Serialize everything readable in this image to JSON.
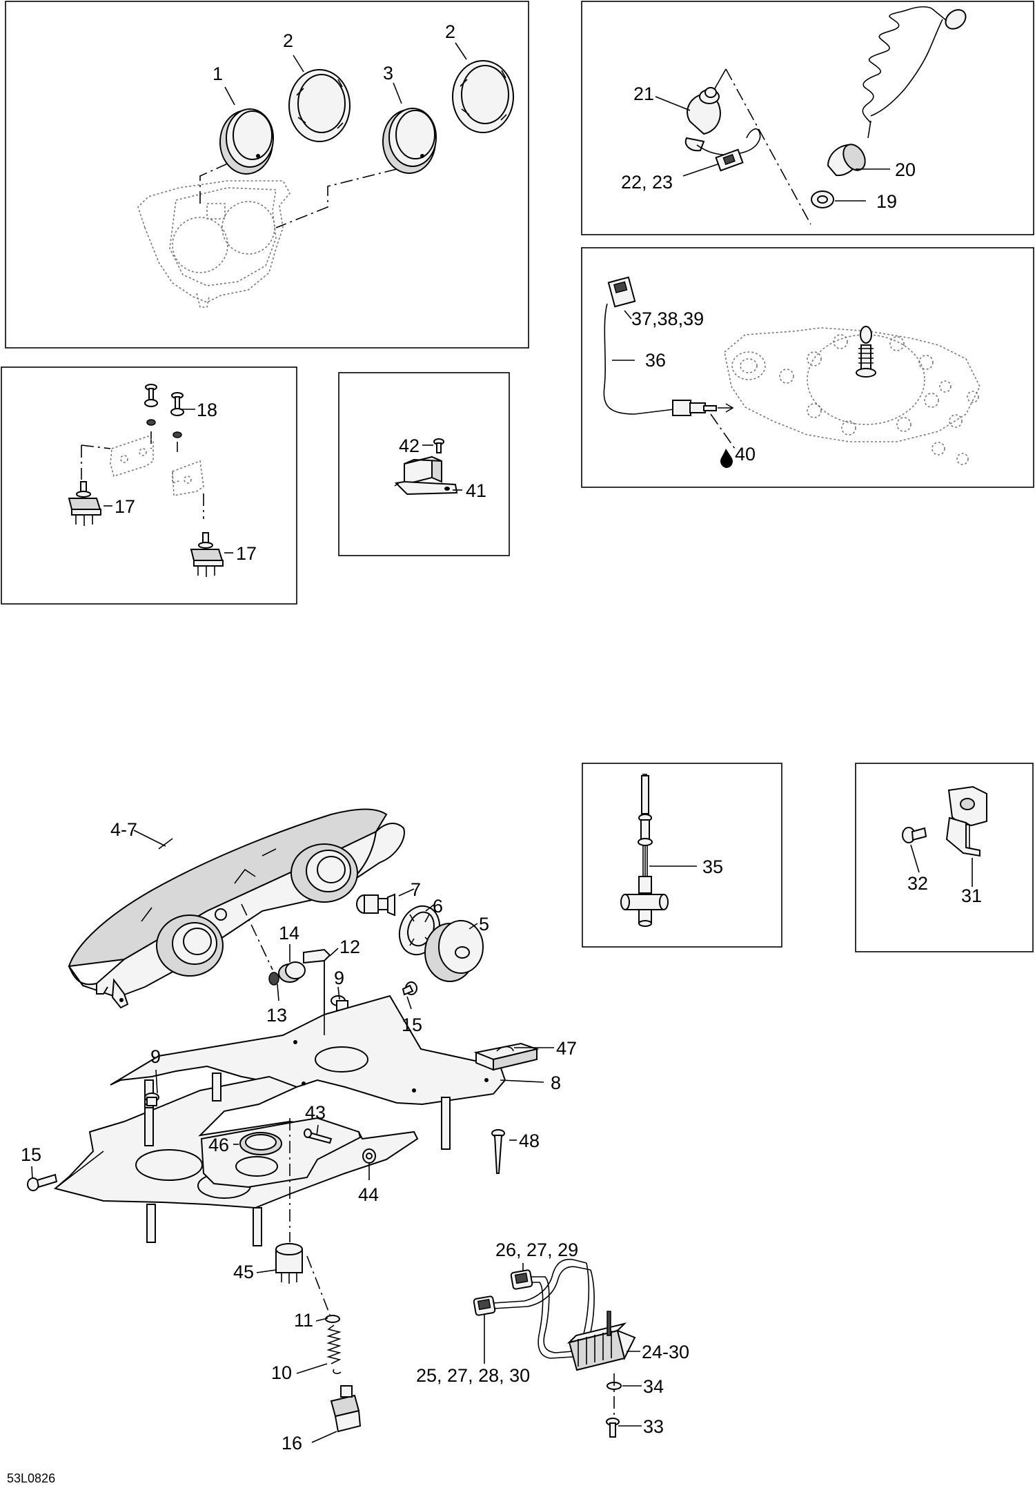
{
  "figure_code": "53L0826",
  "labels": {
    "l1": "1",
    "l2a": "2",
    "l2b": "2",
    "l3": "3",
    "l4_7": "4-7",
    "l5": "5",
    "l6": "6",
    "l7": "7",
    "l8": "8",
    "l9a": "9",
    "l9b": "9",
    "l10": "10",
    "l11": "11",
    "l12": "12",
    "l13": "13",
    "l14": "14",
    "l15a": "15",
    "l15b": "15",
    "l16": "16",
    "l17a": "17",
    "l17b": "17",
    "l18": "18",
    "l19": "19",
    "l20": "20",
    "l21": "21",
    "l22_23": "22, 23",
    "l24_30": "24-30",
    "l25_30": "25, 27, 28, 30",
    "l26_29": "26, 27, 29",
    "l31": "31",
    "l32": "32",
    "l33": "33",
    "l34": "34",
    "l35": "35",
    "l36": "36",
    "l37_39": "37,38,39",
    "l40": "40",
    "l41": "41",
    "l42": "42",
    "l43": "43",
    "l44": "44",
    "l45": "45",
    "l46": "46",
    "l47": "47",
    "l48": "48"
  }
}
